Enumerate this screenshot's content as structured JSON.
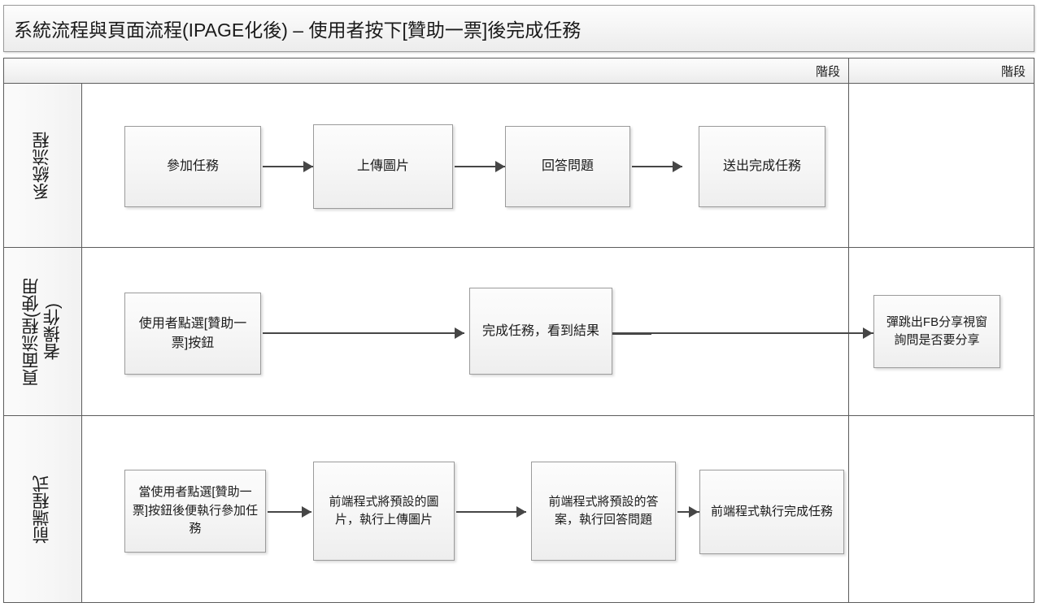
{
  "title": "系統流程與頁面流程(IPAGE化後) – 使用者按下[贊助一票]後完成任務",
  "phase_headers": [
    {
      "label": "階段"
    },
    {
      "label": "階段"
    }
  ],
  "lanes": [
    {
      "id": "system-flow",
      "label": "系統流程",
      "boxes": [
        {
          "id": "join-task",
          "text": "參加任務"
        },
        {
          "id": "upload-image",
          "text": "上傳圖片"
        },
        {
          "id": "answer-question",
          "text": "回答問題"
        },
        {
          "id": "submit-complete",
          "text": "送出完成任務"
        }
      ]
    },
    {
      "id": "page-flow",
      "label": "頁面流程(使用\n者操作)",
      "boxes": [
        {
          "id": "user-clicks-sponsor",
          "text": "使用者點選[贊助一票]按鈕"
        },
        {
          "id": "task-done-result",
          "text": "完成任務，看到結果"
        },
        {
          "id": "fb-share-popup",
          "text": "彈跳出FB分享視窗詢問是否要分享"
        }
      ]
    },
    {
      "id": "frontend-program",
      "label": "前端程式",
      "boxes": [
        {
          "id": "frontend-join",
          "text": "當使用者點選[贊助一票]按鈕後便執行參加任務"
        },
        {
          "id": "frontend-upload",
          "text": "前端程式將預設的圖片，執行上傳圖片"
        },
        {
          "id": "frontend-answer",
          "text": "前端程式將預設的答案，執行回答問題"
        },
        {
          "id": "frontend-complete",
          "text": "前端程式執行完成任務"
        }
      ]
    }
  ],
  "colors": {
    "box_border": "#9b9b9b",
    "grid_border": "#5c5c5c",
    "connector": "#464646",
    "lane_header_bg": "#f5f5f5",
    "canvas_bg": "#ffffff"
  }
}
